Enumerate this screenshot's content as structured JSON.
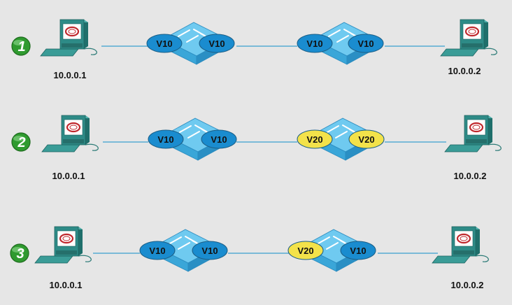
{
  "rows": [
    {
      "step": "1",
      "left_host": {
        "ip": "10.0.0.1"
      },
      "right_host": {
        "ip": "10.0.0.2"
      },
      "switch_a": {
        "left_vlan": {
          "label": "V10",
          "color": "#1a8ccf"
        },
        "right_vlan": {
          "label": "V10",
          "color": "#1a8ccf"
        }
      },
      "switch_b": {
        "left_vlan": {
          "label": "V10",
          "color": "#1a8ccf"
        },
        "right_vlan": {
          "label": "V10",
          "color": "#1a8ccf"
        }
      }
    },
    {
      "step": "2",
      "left_host": {
        "ip": "10.0.0.1"
      },
      "right_host": {
        "ip": "10.0.0.2"
      },
      "switch_a": {
        "left_vlan": {
          "label": "V10",
          "color": "#1a8ccf"
        },
        "right_vlan": {
          "label": "V10",
          "color": "#1a8ccf"
        }
      },
      "switch_b": {
        "left_vlan": {
          "label": "V20",
          "color": "#f3e24a"
        },
        "right_vlan": {
          "label": "V20",
          "color": "#f3e24a"
        }
      }
    },
    {
      "step": "3",
      "left_host": {
        "ip": "10.0.0.1"
      },
      "right_host": {
        "ip": "10.0.0.2"
      },
      "switch_a": {
        "left_vlan": {
          "label": "V10",
          "color": "#1a8ccf"
        },
        "right_vlan": {
          "label": "V10",
          "color": "#1a8ccf"
        }
      },
      "switch_b": {
        "left_vlan": {
          "label": "V20",
          "color": "#f3e24a"
        },
        "right_vlan": {
          "label": "V10",
          "color": "#1a8ccf"
        }
      }
    }
  ],
  "colors": {
    "background": "#e6e6e6",
    "link": "#3a9fd0",
    "switch": "#4bb8e6",
    "computer": "#2e8b87",
    "badge": "#2f9a2f"
  },
  "icons": {
    "host": "desktop-computer-icon",
    "switch": "network-switch-icon",
    "badge": "numbered-circle-badge"
  }
}
